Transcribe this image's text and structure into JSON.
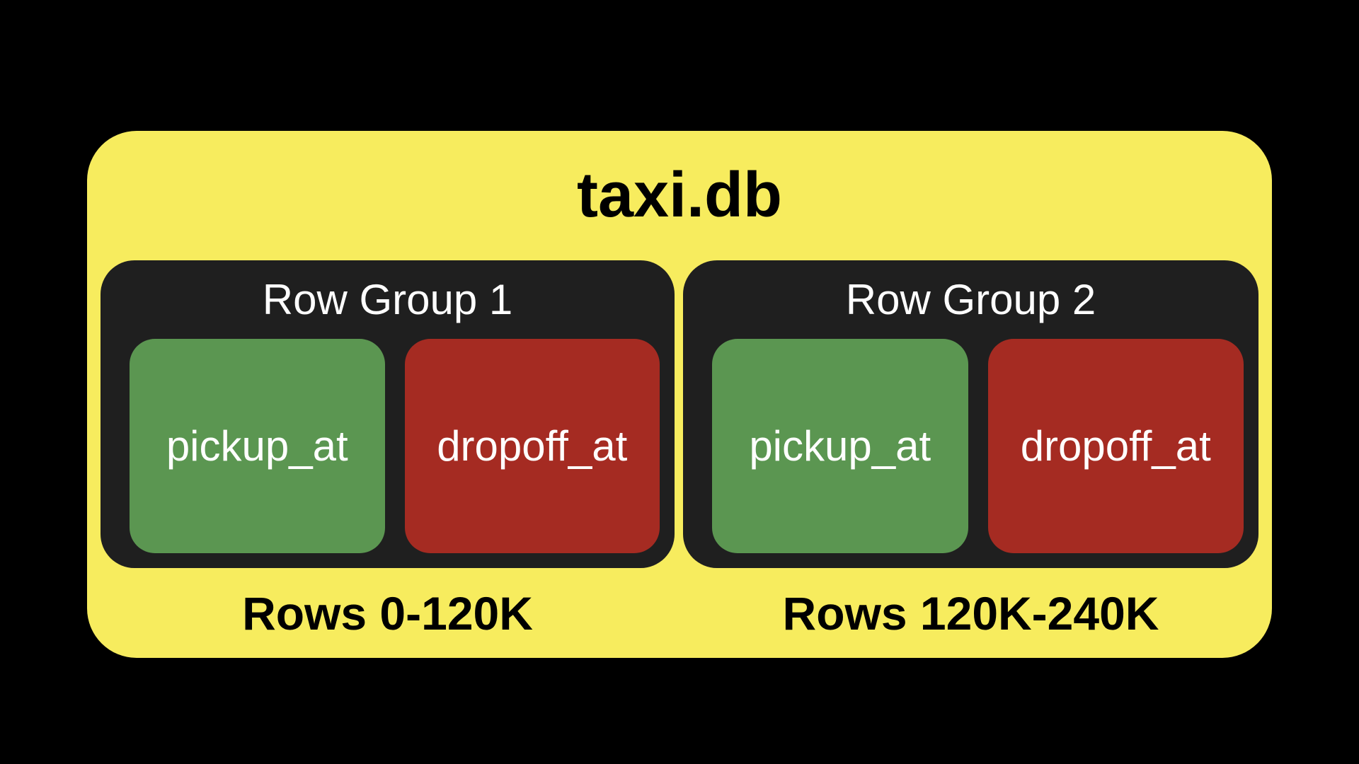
{
  "diagram": {
    "file": {
      "title": "taxi.db"
    },
    "row_groups": [
      {
        "title": "Row Group 1",
        "columns": [
          {
            "name": "pickup_at",
            "color": "#5b9651"
          },
          {
            "name": "dropoff_at",
            "color": "#a52b22"
          }
        ],
        "rows_label": "Rows 0-120K"
      },
      {
        "title": "Row Group 2",
        "columns": [
          {
            "name": "pickup_at",
            "color": "#5b9651"
          },
          {
            "name": "dropoff_at",
            "color": "#a52b22"
          }
        ],
        "rows_label": "Rows 120K-240K"
      }
    ],
    "colors": {
      "background": "#000000",
      "file_box": "#f7ec5e",
      "row_group_box": "#1f1f1f",
      "pickup_column": "#5b9651",
      "dropoff_column": "#a52b22",
      "title_text": "#000000",
      "row_group_title_text": "#ffffff",
      "column_text": "#ffffff",
      "rows_label_text": "#000000"
    }
  }
}
